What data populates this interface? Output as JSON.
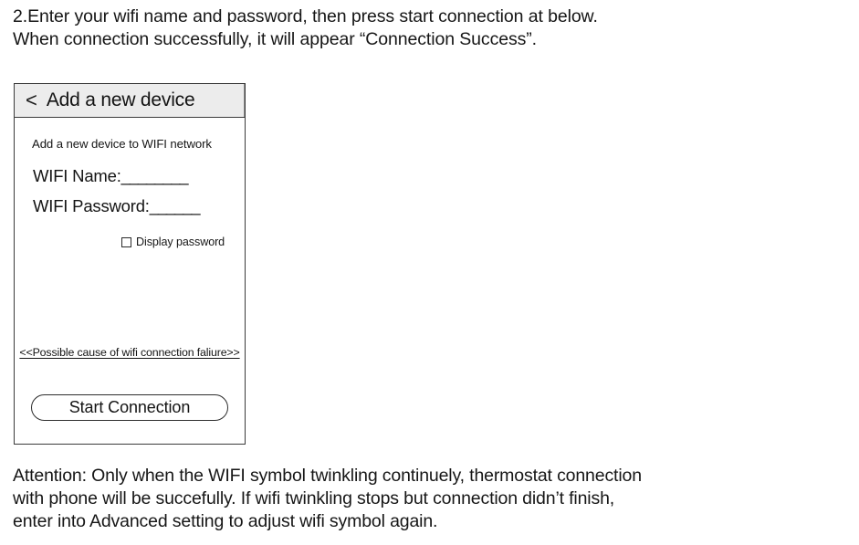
{
  "instructions_top": {
    "lines": [
      "2.Enter your wifi name and password, then press start connection at below.",
      "When connection successfully, it will appear “Connection Success”."
    ]
  },
  "device": {
    "header": {
      "back_icon": "<",
      "title": "Add a new device"
    },
    "subtitle": "Add a new device to WIFI network",
    "fields": [
      {
        "label": "WIFI Name:",
        "blank": "________"
      },
      {
        "label": "WIFI Password:",
        "blank": "______"
      }
    ],
    "display_password": {
      "label": "Display password",
      "checked": false
    },
    "failure_link": "<<Possible cause of wifi connection faliure>>",
    "start_button": "Start Connection"
  },
  "instructions_bottom": {
    "lines": [
      "Attention: Only when the WIFI symbol twinkling continuely, thermostat connection",
      "with phone will be succefully. If wifi twinkling stops but connection didn’t finish,",
      "enter into Advanced setting to adjust wifi symbol again."
    ]
  },
  "colors": {
    "header_bg": "#ececec",
    "frame_border": "#3b3b3b",
    "text": "#161616",
    "page_bg": "#ffffff"
  }
}
